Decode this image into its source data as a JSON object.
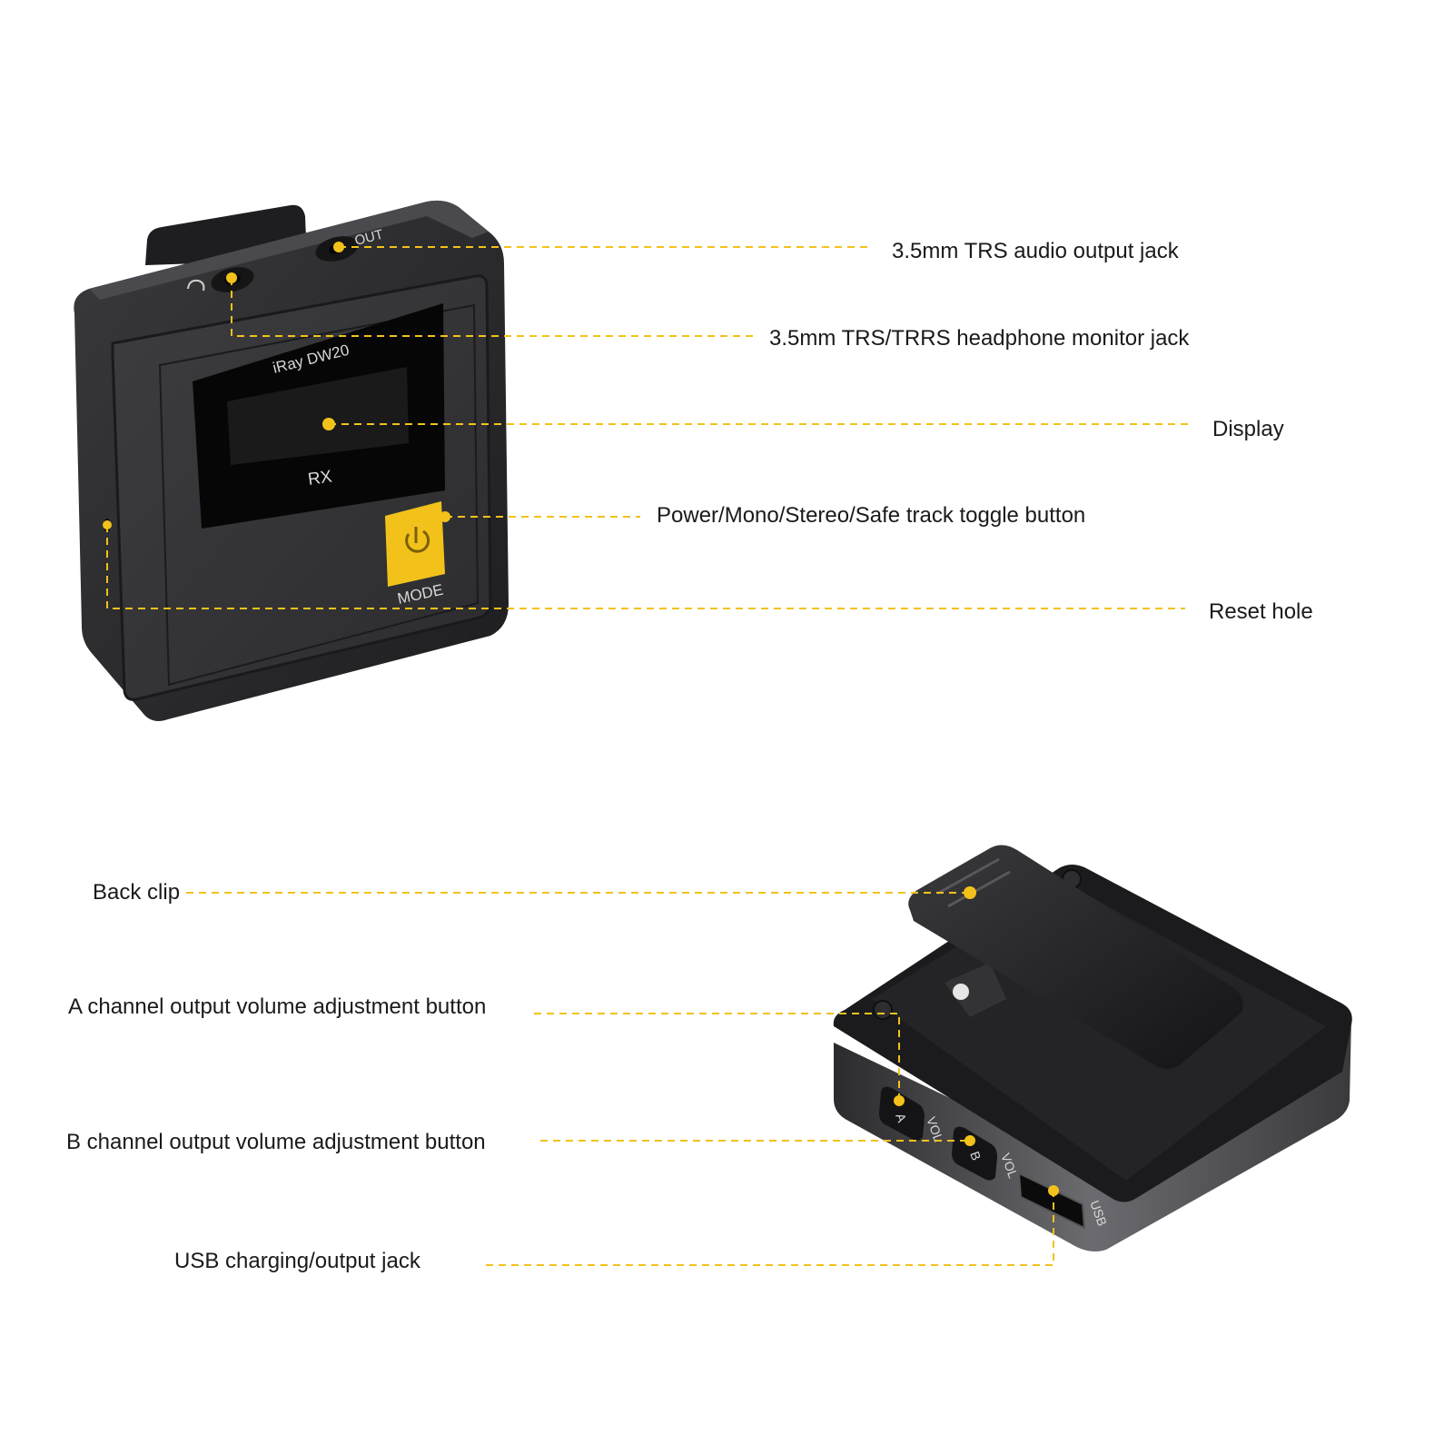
{
  "colors": {
    "accent": "#f2c21b",
    "device_dark": "#2a2a2c",
    "background": "#ffffff",
    "label": "#1a1a1a"
  },
  "device_front": {
    "model_label": "iRay DW20",
    "screen_label": "RX",
    "out_port_label": "OUT",
    "mode_button_label": "MODE",
    "mode_button_icon": "power-icon",
    "headphone_icon": "headphone-icon"
  },
  "device_back": {
    "vol_a_key": "A",
    "vol_a_label": "VOL",
    "vol_b_key": "B",
    "vol_b_label": "VOL",
    "usb_label": "USB"
  },
  "callouts": {
    "audio_out": "3.5mm TRS audio output jack",
    "headphone": "3.5mm TRS/TRRS headphone monitor jack",
    "display": "Display",
    "mode_button": "Power/Mono/Stereo/Safe track toggle button",
    "reset": "Reset hole",
    "back_clip": "Back clip",
    "vol_a": "A channel output volume adjustment button",
    "vol_b": "B channel output volume adjustment button",
    "usb": "USB charging/output jack"
  }
}
